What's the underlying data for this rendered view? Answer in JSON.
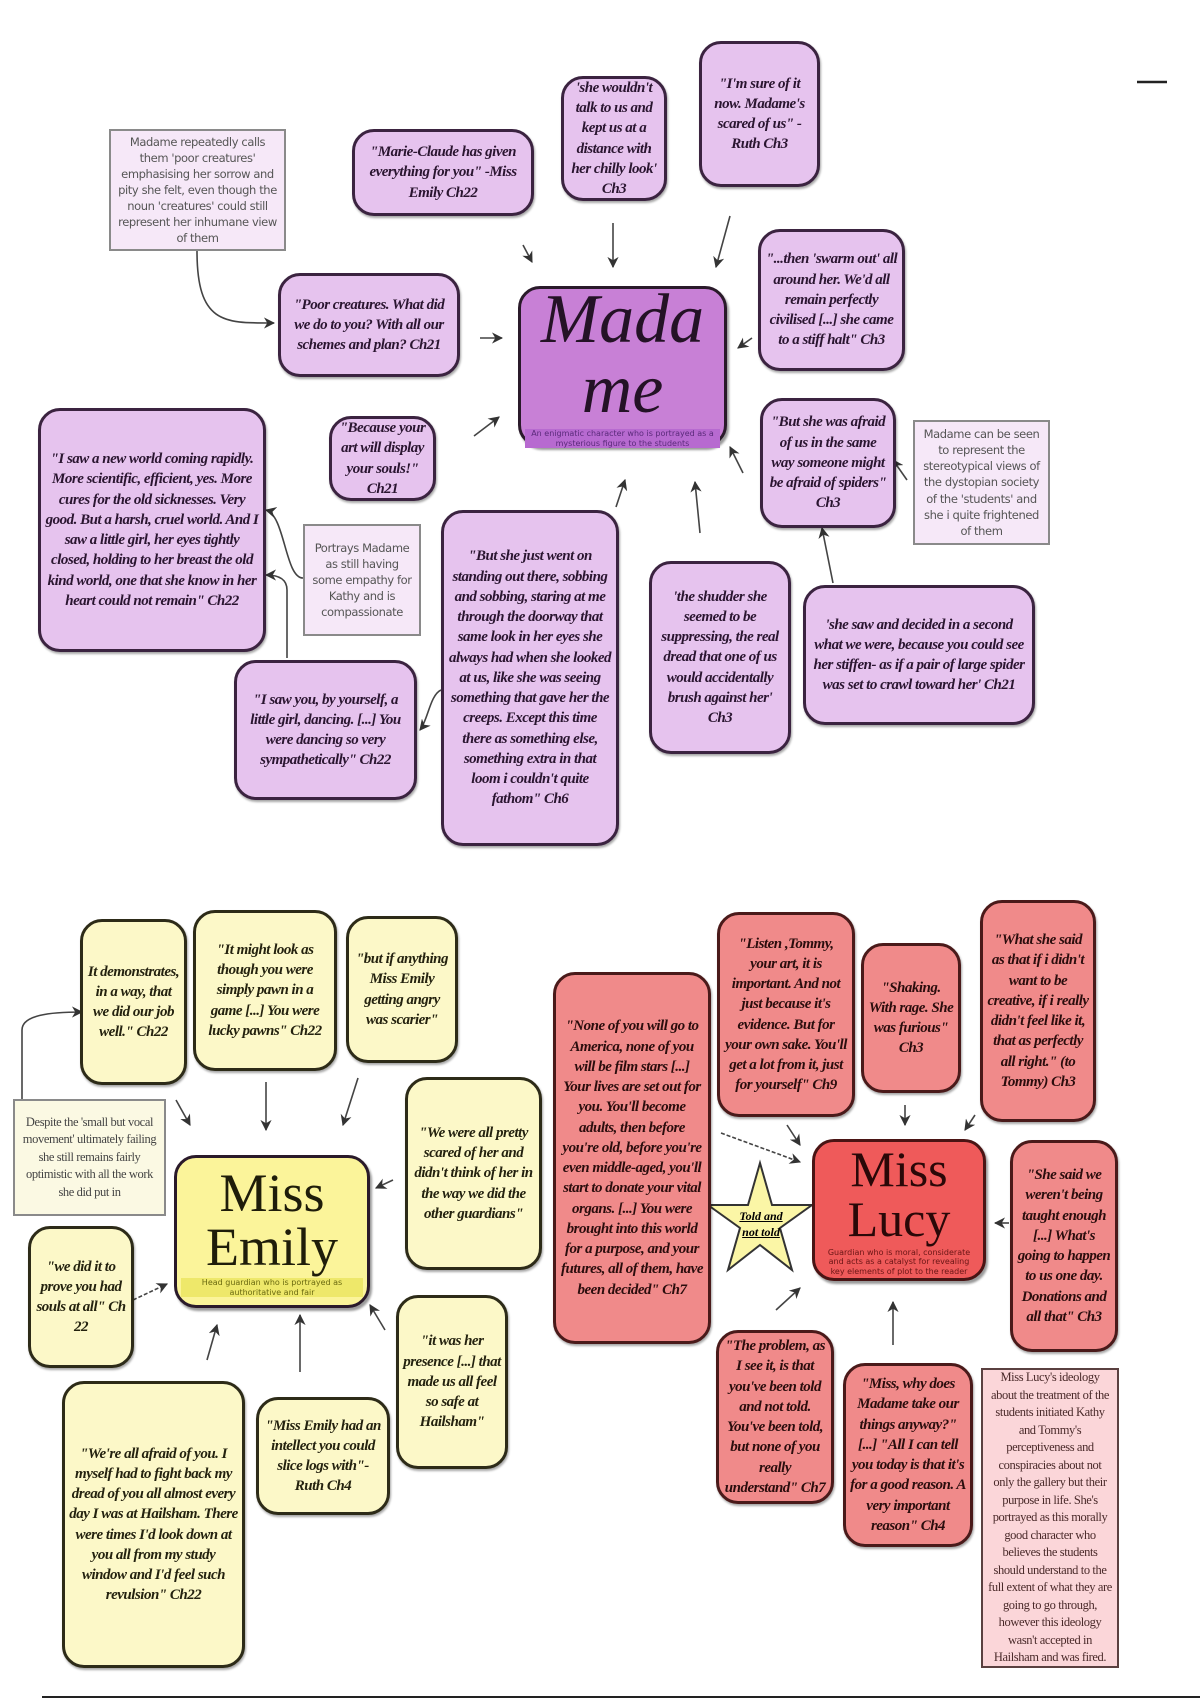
{
  "colors": {
    "purple": "#e6c3ee",
    "madame": "#c880d6",
    "yellow": "#fcf8c8",
    "emily": "#fbf49a",
    "red": "#f08a8a",
    "lucy": "#ef5a5a"
  },
  "madame": {
    "title": "Madame",
    "subtitle": "An enigmatic character who is portrayed as a mysterious figure to the students",
    "note_poor": "Madame repeatedly calls them 'poor creatures' emphasising her sorrow and pity she felt, even though the noun 'creatures' could still represent her inhumane view of them",
    "note_empathy": "Portrays Madame as still having some empathy for Kathy and is compassionate",
    "note_society": "Madame can be seen to represent the stereotypical views of the dystopian society of the 'students' and she i quite frightened of them",
    "q_marie": "\"Marie-Claude has given everything for you\" -Miss Emily Ch22",
    "q_talk": "'she wouldn't talk to us and kept us at a distance with her chilly look' Ch3",
    "q_sure": "\"I'm sure of it now. Madame's scared of us\" - Ruth Ch3",
    "q_poor": "\"Poor creatures. What did we do to you? With all our schemes and plan? Ch21",
    "q_swarm": "\"...then 'swarm out' all around her. We'd all remain perfectly civilised [...] she came to a stiff halt\" Ch3",
    "q_art": "\"Because your art will display your souls!\" Ch21",
    "q_world": "\"I saw a new world coming rapidly. More scientific, efficient, yes. More cures for the old sicknesses. Very good. But a harsh, cruel world. And I saw a little girl, her eyes tightly closed, holding to her breast the old kind world, one that she know in her heart could not remain\" Ch22",
    "q_spiders": "\"But she was afraid of us in the same way someone might be afraid of spiders\" Ch3",
    "q_sobbing": "\"But she just went on standing out there, sobbing and sobbing, staring at me through the doorway that same look in her eyes she always had when she looked at us, like she was seeing something that gave her the creeps. Except this time there as something else, something extra in that loom i couldn't quite fathom\" Ch6",
    "q_shudder": "'the shudder she seemed to be suppressing, the real dread that one of us would accidentally brush against her' Ch3",
    "q_saw": "'she saw and decided in a second what we were, because you could see her stiffen- as if a pair of large spider was set to crawl toward her' Ch21",
    "q_dancing": "\"I saw you, by yourself, a little girl, dancing. [...] You were dancing so very sympathetically\" Ch22"
  },
  "emily": {
    "title": "Miss Emily",
    "subtitle": "Head guardian who is portrayed as authoritative and fair",
    "note": "Despite the 'small but vocal movement' ultimately failing she still remains fairly optimistic with all the work she did put in",
    "q_demo": "It demonstrates, in a way, that we did our job well.\" Ch22",
    "q_pawns": "\"It might look as though you were simply pawn in a game [...] You were lucky pawns\" Ch22",
    "q_angry": "\"but if anything Miss Emily getting angry was scarier\"",
    "q_scared": "\"We were all pretty scared of her and didn't think of her in the way we did the other guardians\"",
    "q_souls": "\"we did it to prove you had souls at all\" Ch 22",
    "q_presence": "\"it was her presence [...] that made us all feel so safe at Hailsham\"",
    "q_afraid": "\"We're all afraid of you. I myself had to fight back my dread of you all almost every day I was at Hailsham. There were times I'd look down at you all from my study window and I'd feel such revulsion\" Ch22",
    "q_intellect": "\"Miss Emily had an intellect you could slice logs with\"-Ruth Ch4"
  },
  "lucy": {
    "title": "Miss Lucy",
    "subtitle": "Guardian who is moral, considerate and acts as a catalyst for revealing key elements of plot to the reader",
    "star": "Told and not told",
    "note": "Miss Lucy's ideology about the treatment of the students initiated Kathy and Tommy's perceptiveness and conspiracies about not only the gallery but their purpose in life. She's portrayed as this morally good character who believes the students should understand to the full extent of what they are going to go through, however this ideology wasn't accepted in Hailsham and was fired.",
    "q_none": "\"None of you will go to America, none of you will be film stars [...] Your lives are set out for you. You'll become adults, then before you're old, before you're even middle-aged, you'll start to donate your vital organs. [...] You were brought into this world for a purpose, and your futures, all of them, have been decided\" Ch7",
    "q_listen": "\"Listen ,Tommy, your art, it is important. And not just because it's evidence. But for your own sake. You'll get a lot from it, just for yourself\" Ch9",
    "q_shaking": "\"Shaking. With rage. She was furious\" Ch3",
    "q_what": "\"What she said as that if i didn't want to be creative, if i really didn't feel like it, that as perfectly all right.\" (to Tommy) Ch3",
    "q_taught": "\"She said we weren't being taught enough [...] What's going to happen to us one day. Donations and all that\" Ch3",
    "q_problem": "\"The problem, as I see it, is that you've been told and not told. You've been told, but none of you really understand\" Ch7",
    "q_why": "\"Miss, why does Madame take our things anyway?\" [...] \"All I can tell you today is that it's for a good reason. A very important reason\" Ch4"
  }
}
